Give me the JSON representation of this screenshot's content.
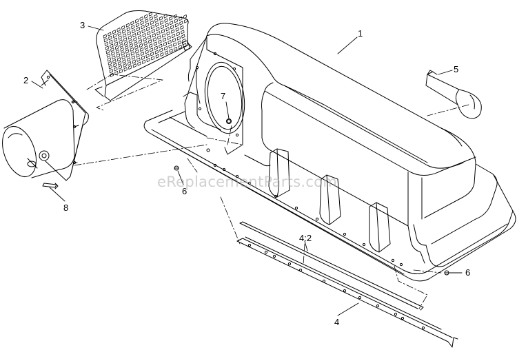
{
  "watermark": "eReplacementParts.com",
  "callouts": {
    "c1": "1",
    "c2": "2",
    "c3": "3",
    "c4": "4",
    "c42": "4:2",
    "c5": "5",
    "c6a": "6",
    "c6b": "6",
    "c7": "7",
    "c8": "8"
  },
  "colors": {
    "line": "#000000",
    "background": "#ffffff",
    "watermark": "#aaaaaa"
  }
}
